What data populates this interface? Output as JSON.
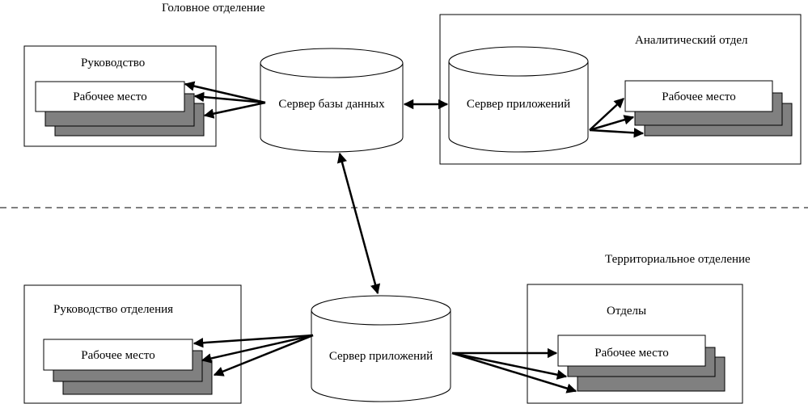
{
  "head_office": {
    "title": "Головное отделение",
    "management": {
      "title": "Руководство",
      "workstation": "Рабочее место"
    },
    "db_server": "Сервер базы данных",
    "analytics": {
      "title": "Аналитический отдел",
      "app_server": "Сервер приложений",
      "workstation": "Рабочее место"
    }
  },
  "territorial_office": {
    "title": "Территориальное отделение",
    "management": {
      "title": "Руководство отделения",
      "workstation": "Рабочее место"
    },
    "app_server": "Сервер приложений",
    "departments": {
      "title": "Отделы",
      "workstation": "Рабочее место"
    }
  },
  "colors": {
    "shadow": "#808080",
    "line": "#000000"
  }
}
